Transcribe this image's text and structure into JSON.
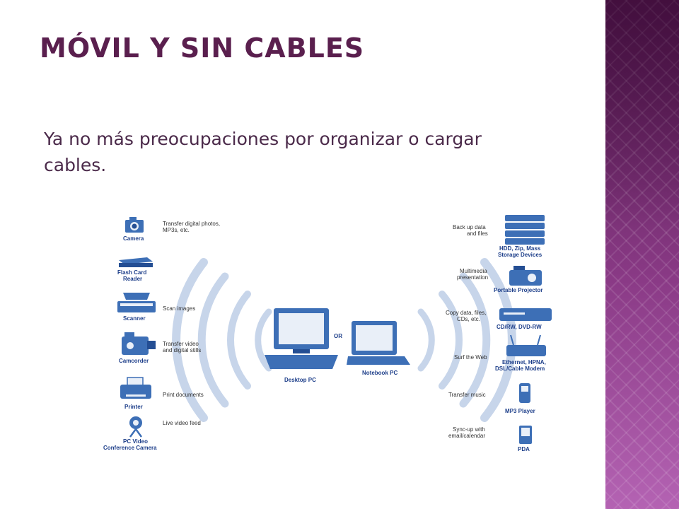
{
  "slide": {
    "title": "MÓVIL Y SIN CABLES",
    "body": "Ya no más preocupaciones por organizar o cargar cables."
  },
  "colors": {
    "title": "#5a1f4e",
    "text": "#4b2a4a",
    "band": "#7a2a72",
    "device_blue": "#3d6fb6",
    "label_blue": "#1e3f8a",
    "wave": "#c7d5ea"
  },
  "diagram": {
    "center": {
      "desktop_label": "Desktop PC",
      "or_label": "OR",
      "notebook_label": "Notebook PC"
    },
    "left": [
      {
        "label": "Camera",
        "caption": [
          "Transfer digital photos,",
          "MP3s, etc."
        ],
        "icon": "camera-icon"
      },
      {
        "label": [
          "Flash Card",
          "Reader"
        ],
        "caption": [],
        "icon": "flash-card-reader-icon"
      },
      {
        "label": "Scanner",
        "caption": [
          "Scan images"
        ],
        "icon": "scanner-icon"
      },
      {
        "label": "Camcorder",
        "caption": [
          "Transfer video",
          "and digital stills"
        ],
        "icon": "camcorder-icon"
      },
      {
        "label": "Printer",
        "caption": [
          "Print documents"
        ],
        "icon": "printer-icon"
      },
      {
        "label": [
          "PC Video",
          "Conference Camera"
        ],
        "caption": [
          "Live video feed"
        ],
        "icon": "webcam-icon"
      }
    ],
    "right": [
      {
        "label": [
          "HDD, Zip, Mass",
          "Storage Devices"
        ],
        "caption": [
          "Back up data",
          "and files"
        ],
        "icon": "storage-icon"
      },
      {
        "label": "Portable Projector",
        "caption": [
          "Multimedia",
          "presentation"
        ],
        "icon": "projector-icon"
      },
      {
        "label": "CD/RW, DVD-RW",
        "caption": [
          "Copy data, files,",
          "CDs, etc."
        ],
        "icon": "optical-drive-icon"
      },
      {
        "label": [
          "Ethernet, HPNA,",
          "DSL/Cable Modem"
        ],
        "caption": [
          "Surf the Web"
        ],
        "icon": "router-icon"
      },
      {
        "label": "MP3 Player",
        "caption": [
          "Transfer music"
        ],
        "icon": "mp3-player-icon"
      },
      {
        "label": "PDA",
        "caption": [
          "Sync-up with",
          "email/calendar"
        ],
        "icon": "pda-icon"
      }
    ]
  }
}
